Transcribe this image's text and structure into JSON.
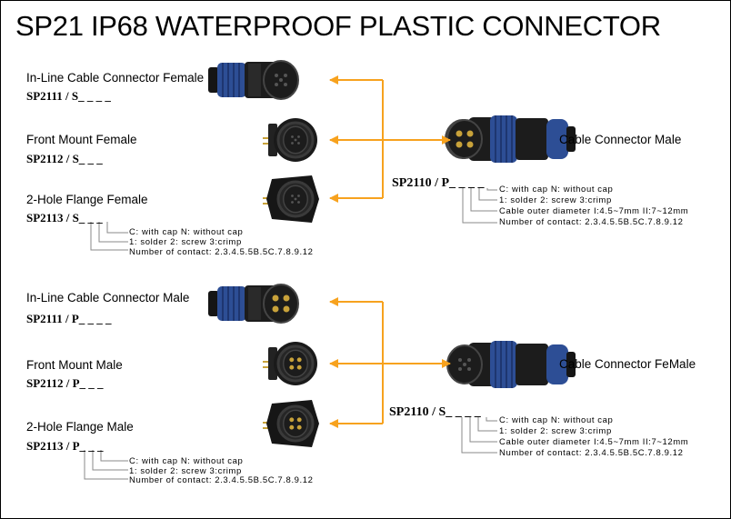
{
  "title": "SP21 IP68 WATERPROOF PLASTIC CONNECTOR",
  "colors": {
    "arrow": "#f7a21e",
    "connector_blue": "#2d4e95",
    "connector_black": "#1c1c1c",
    "pin_gold": "#c8a23a"
  },
  "top": {
    "inline_label": "In-Line Cable Connector Female",
    "inline_code": "SP2111 / S_ _ _ _",
    "front_label": "Front Mount   Female",
    "front_code": "SP2112 / S_ _ _",
    "flange_label": "2-Hole Flange Female",
    "flange_code": "SP2113 / S_ _ _",
    "legend": [
      "C:  with  cap     N:  without  cap",
      "1:   solder   2:   screw    3:crimp",
      "Number  of  contact: 2.3.4.5.5B.5C.7.8.9.12"
    ],
    "right_label": "Cable Connector Male",
    "right_code": "SP2110 / P_ _ _ _",
    "right_legend": [
      "C:  with  cap     N:  without  cap",
      "1:   solder   2:   screw    3:crimp",
      "Cable  outer  diameter  I:4.5~7mm  II:7~12mm",
      "Number  of  contact: 2.3.4.5.5B.5C.7.8.9.12"
    ]
  },
  "bottom": {
    "inline_label": "In-Line Cable Connector Male",
    "inline_code": "SP2111 / P_ _ _ _",
    "front_label": "Front Mount   Male",
    "front_code": "SP2112 / P_ _ _",
    "flange_label": "2-Hole Flange Male",
    "flange_code": "SP2113 / P_ _ _",
    "legend": [
      "C:  with  cap     N:  without  cap",
      "1:   solder   2:   screw    3:crimp",
      "Number  of  contact: 2.3.4.5.5B.5C.7.8.9.12"
    ],
    "right_label": "Cable Connector FeMale",
    "right_code": "SP2110 / S_ _ _ _",
    "right_legend": [
      "C:  with  cap     N:  without  cap",
      "1:   solder   2:   screw    3:crimp",
      "Cable  outer  diameter  I:4.5~7mm  II:7~12mm",
      "Number  of  contact: 2.3.4.5.5B.5C.7.8.9.12"
    ]
  }
}
